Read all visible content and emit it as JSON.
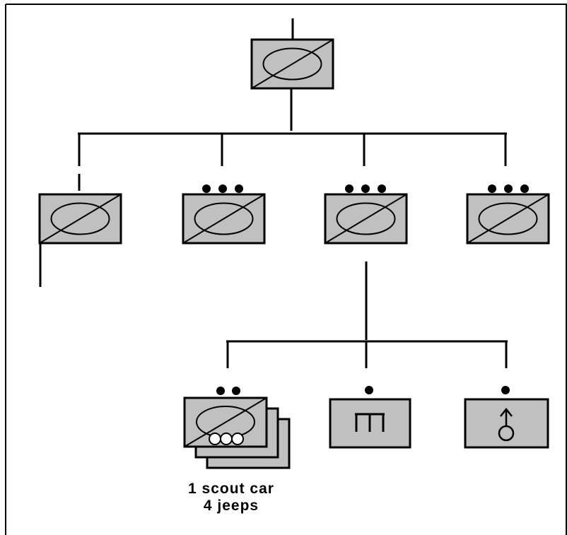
{
  "diagram": {
    "title": "",
    "symbol_fill": "#c0c0c0",
    "line_color": "#000000",
    "units": [
      {
        "id": "hq",
        "symbol": "armored-cavalry",
        "echelon_dots": 0
      },
      {
        "id": "troop-a",
        "symbol": "armored-cavalry",
        "echelon_dots": 0
      },
      {
        "id": "troop-b",
        "symbol": "armored-cavalry",
        "echelon_dots": 3
      },
      {
        "id": "troop-c",
        "symbol": "armored-cavalry",
        "echelon_dots": 3
      },
      {
        "id": "troop-d",
        "symbol": "armored-cavalry",
        "echelon_dots": 3
      },
      {
        "id": "scout-section",
        "symbol": "armored-cavalry-wheeled-stacked",
        "echelon_dots": 2
      },
      {
        "id": "mortar-section",
        "symbol": "mortar",
        "echelon_dots": 1
      },
      {
        "id": "assault-gun-section",
        "symbol": "assault-gun",
        "echelon_dots": 1
      }
    ],
    "caption": {
      "line1": "1 scout car",
      "line2": "4 jeeps"
    }
  }
}
